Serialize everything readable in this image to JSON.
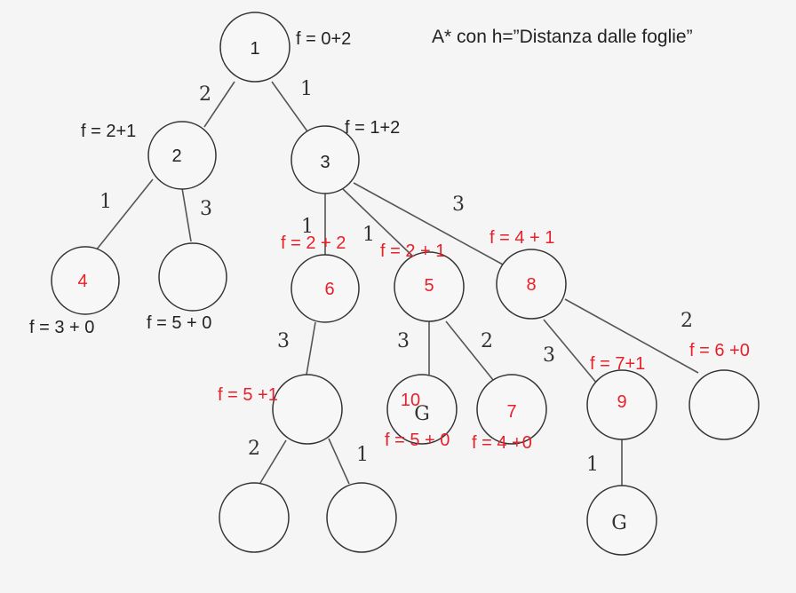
{
  "title": "A* con h=”Distanza dalle foglie”",
  "colors": {
    "black_annotation": "#222222",
    "red_annotation": "#e8202a"
  },
  "nodes": {
    "n1": {
      "label": "1",
      "f": "f = 0+2"
    },
    "n2": {
      "label": "2",
      "f": "f = 2+1"
    },
    "n3": {
      "label": "3",
      "f": "f = 1+2"
    },
    "n4": {
      "label": "4",
      "f": "f = 3 + 0"
    },
    "n5_left": {
      "label": "",
      "f": "f = 5 + 0"
    },
    "n6": {
      "label": "6",
      "f": "f = 2 + 2"
    },
    "n5": {
      "label": "5",
      "f": "f = 2 + 1"
    },
    "n8": {
      "label": "8",
      "f": "f = 4 + 1"
    },
    "n_mid": {
      "label": "",
      "f": "f = 5 +1"
    },
    "n10": {
      "label": "10",
      "extra": "G",
      "f": "f = 5 + 0"
    },
    "n7": {
      "label": "7",
      "f": "f = 4 +0"
    },
    "n9": {
      "label": "9",
      "f": "f = 7+1"
    },
    "n_right": {
      "label": "",
      "f": "f = 6 +0"
    },
    "n_bl": {
      "label": ""
    },
    "n_br": {
      "label": ""
    },
    "n_g": {
      "label": "G"
    }
  },
  "edges": {
    "e1_2": "2",
    "e1_3": "1",
    "e2_4": "1",
    "e2_l": "3",
    "e3_6": "1",
    "e3_5": "1",
    "e3_8": "3",
    "e6_mid": "3",
    "e5_10": "3",
    "e5_7": "2",
    "e8_9": "3",
    "e8_r": "2",
    "emid_bl": "2",
    "emid_br": "1",
    "e9_g": "1"
  }
}
